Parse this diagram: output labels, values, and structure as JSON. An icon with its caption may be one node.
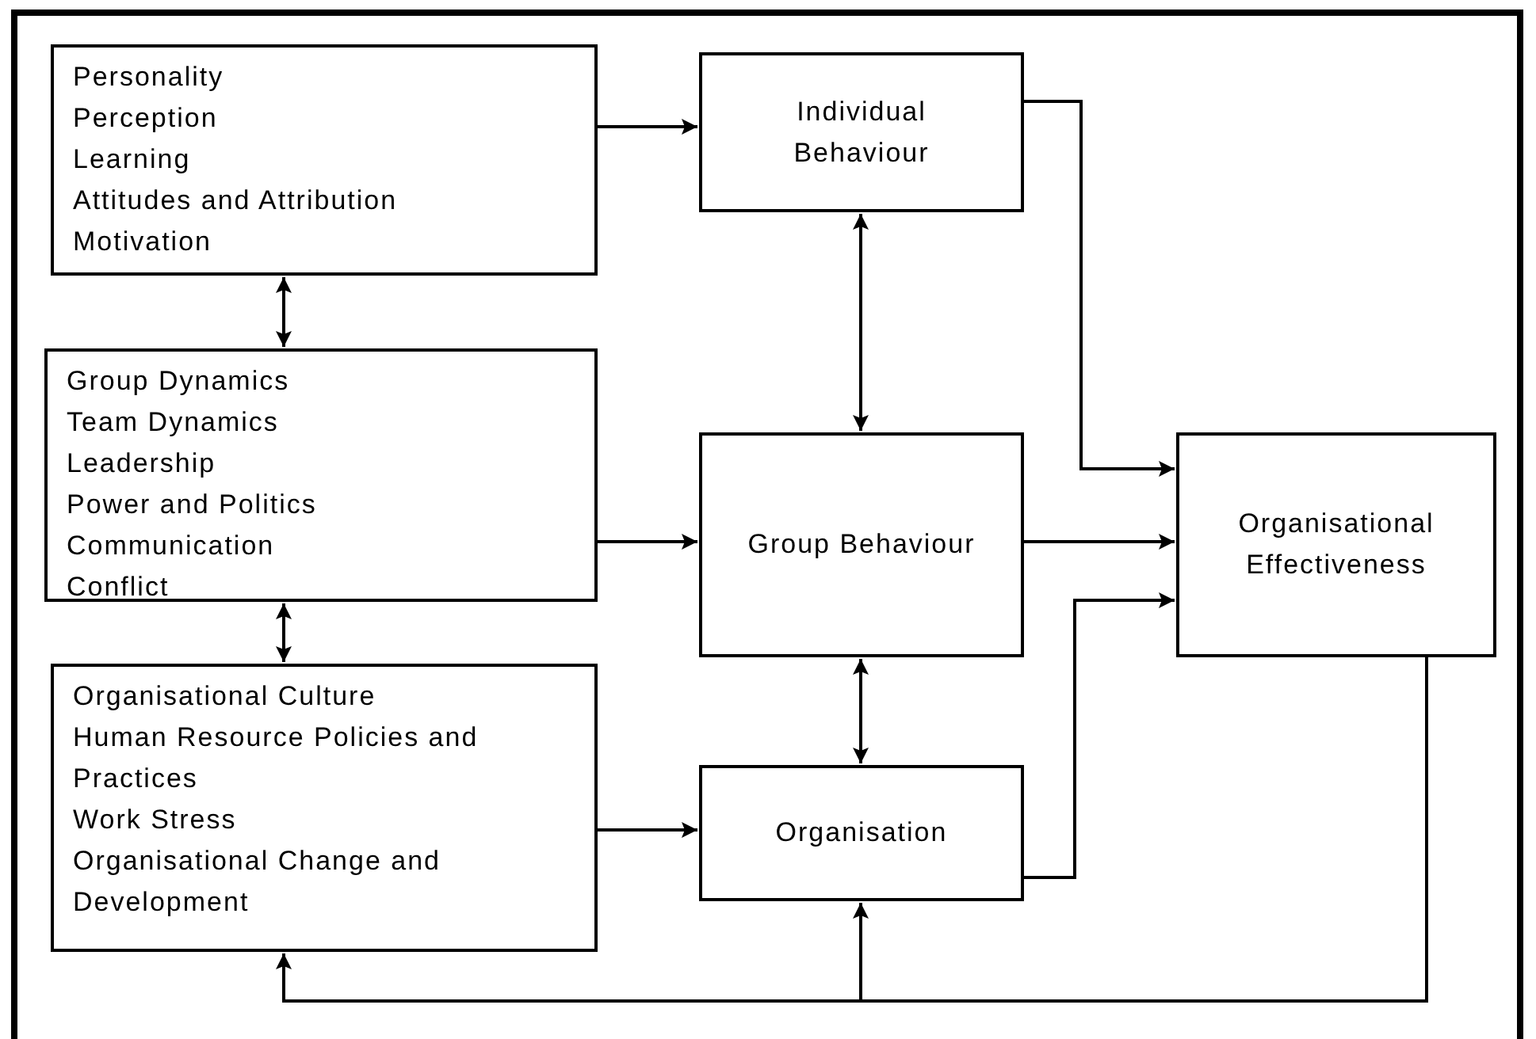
{
  "diagram": {
    "nodes": [
      {
        "text": [
          "Personality",
          "Perception",
          "Learning",
          "Attitudes and Attribution",
          "Motivation"
        ]
      },
      {
        "text": [
          "Individual Behaviour"
        ]
      },
      {
        "text": [
          "Group Dynamics",
          "Team Dynamics",
          "Leadership",
          "Power and Politics",
          "Communication",
          "Conflict"
        ]
      },
      {
        "text": [
          "Group Behaviour"
        ]
      },
      {
        "text": [
          "Organisational Effectiveness"
        ]
      },
      {
        "text": [
          "Organisational Culture",
          "Human Resource Policies and Practices",
          "Work Stress",
          "Organisational Change and Development"
        ]
      },
      {
        "text": [
          "Organisation"
        ]
      }
    ],
    "edges": [
      {
        "from": 0,
        "to": 1,
        "arrow": "to"
      },
      {
        "from": 0,
        "to": 2,
        "arrow": "both"
      },
      {
        "from": 1,
        "to": 3,
        "arrow": "both"
      },
      {
        "from": 2,
        "to": 3,
        "arrow": "to"
      },
      {
        "from": 2,
        "to": 5,
        "arrow": "both"
      },
      {
        "from": 3,
        "to": 6,
        "arrow": "both"
      },
      {
        "from": 5,
        "to": 6,
        "arrow": "to"
      },
      {
        "from": 1,
        "to": 4,
        "arrow": "to"
      },
      {
        "from": 3,
        "to": 4,
        "arrow": "to"
      },
      {
        "from": 6,
        "to": 4,
        "arrow": "to"
      },
      {
        "from": 4,
        "to": 6,
        "arrow": "to"
      },
      {
        "from": 4,
        "to": 5,
        "arrow": "to"
      }
    ]
  }
}
